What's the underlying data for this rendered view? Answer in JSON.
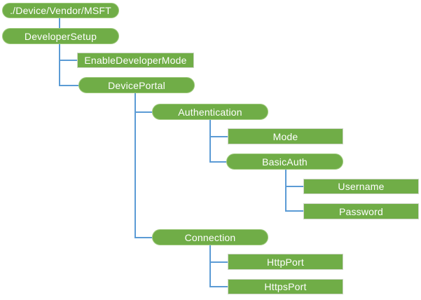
{
  "colors": {
    "node_fill": "#70ad47",
    "pill_border": "#9cc87a",
    "rect_border": "#cdd6c6",
    "connector": "#5b9bd5",
    "text": "#ffffff",
    "background": "#ffffff"
  },
  "tree": {
    "type": "tree-diagram",
    "nodes": [
      {
        "id": "root",
        "label": "./Device/Vendor/MSFT",
        "shape": "pill",
        "parent": null
      },
      {
        "id": "developer-setup",
        "label": "DeveloperSetup",
        "shape": "pill",
        "parent": "root"
      },
      {
        "id": "enable-developer-mode",
        "label": "EnableDeveloperMode",
        "shape": "rect",
        "parent": "developer-setup"
      },
      {
        "id": "device-portal",
        "label": "DevicePortal",
        "shape": "pill",
        "parent": "developer-setup"
      },
      {
        "id": "authentication",
        "label": "Authentication",
        "shape": "pill",
        "parent": "device-portal"
      },
      {
        "id": "mode",
        "label": "Mode",
        "shape": "rect",
        "parent": "authentication"
      },
      {
        "id": "basic-auth",
        "label": "BasicAuth",
        "shape": "pill",
        "parent": "authentication"
      },
      {
        "id": "username",
        "label": "Username",
        "shape": "rect",
        "parent": "basic-auth"
      },
      {
        "id": "password",
        "label": "Password",
        "shape": "rect",
        "parent": "basic-auth"
      },
      {
        "id": "connection",
        "label": "Connection",
        "shape": "pill",
        "parent": "device-portal"
      },
      {
        "id": "http-port",
        "label": "HttpPort",
        "shape": "rect",
        "parent": "connection"
      },
      {
        "id": "https-port",
        "label": "HttpsPort",
        "shape": "rect",
        "parent": "connection"
      }
    ]
  }
}
